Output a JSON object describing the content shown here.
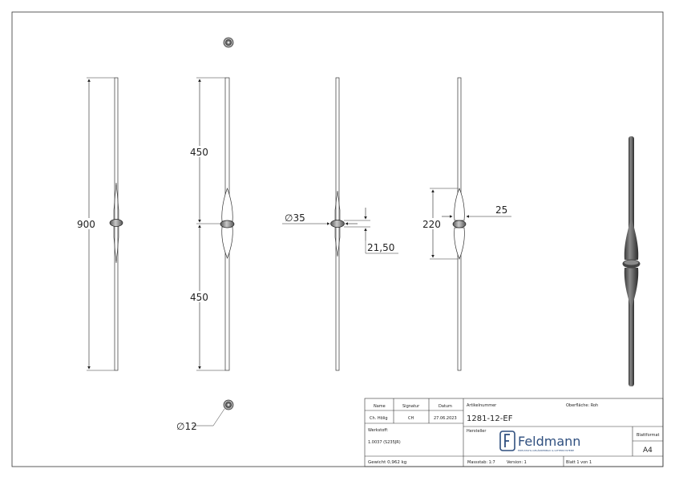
{
  "dimensions": {
    "height_total": "900",
    "height_upper": "450",
    "height_lower": "450",
    "collar_diameter": "∅35",
    "collar_offset": "21,50",
    "spindle_length": "220",
    "spindle_diameter": "25",
    "rod_diameter": "∅12"
  },
  "title_block": {
    "name_header": "Name",
    "signature_header": "Signatur",
    "date_header": "Datum",
    "article_number_label": "Artikelnummer",
    "surface_label": "Oberfläche:  Roh",
    "drawer_name": "Ch. Hölig",
    "drawer_signature": "CH",
    "drawer_date": "27.06.2023",
    "article_number": "1281-12-EF",
    "material_label": "Werkstoff:",
    "material_value": "1.0037 (S235JR)",
    "manufacturer_label": "Hersteller",
    "logo_text": "Feldmann",
    "logo_tagline": "EDELSTAHL-GELÄNDERBAU & GITTERSYSTEME",
    "format_label": "Blattformat",
    "format_value": "A4",
    "weight": "Gewicht 0,962 kg",
    "scale": "Massstab: 1:7",
    "version": "Version: 1",
    "sheet": "Blatt 1 von 1"
  }
}
